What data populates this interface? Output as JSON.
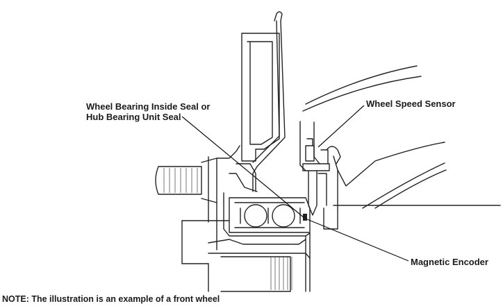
{
  "labels": {
    "seal_line1": "Wheel Bearing Inside Seal or",
    "seal_line2": "Hub Bearing Unit Seal",
    "sensor": "Wheel Speed Sensor",
    "encoder": "Magnetic Encoder"
  },
  "note": "NOTE: The illustration is an example of a front wheel"
}
